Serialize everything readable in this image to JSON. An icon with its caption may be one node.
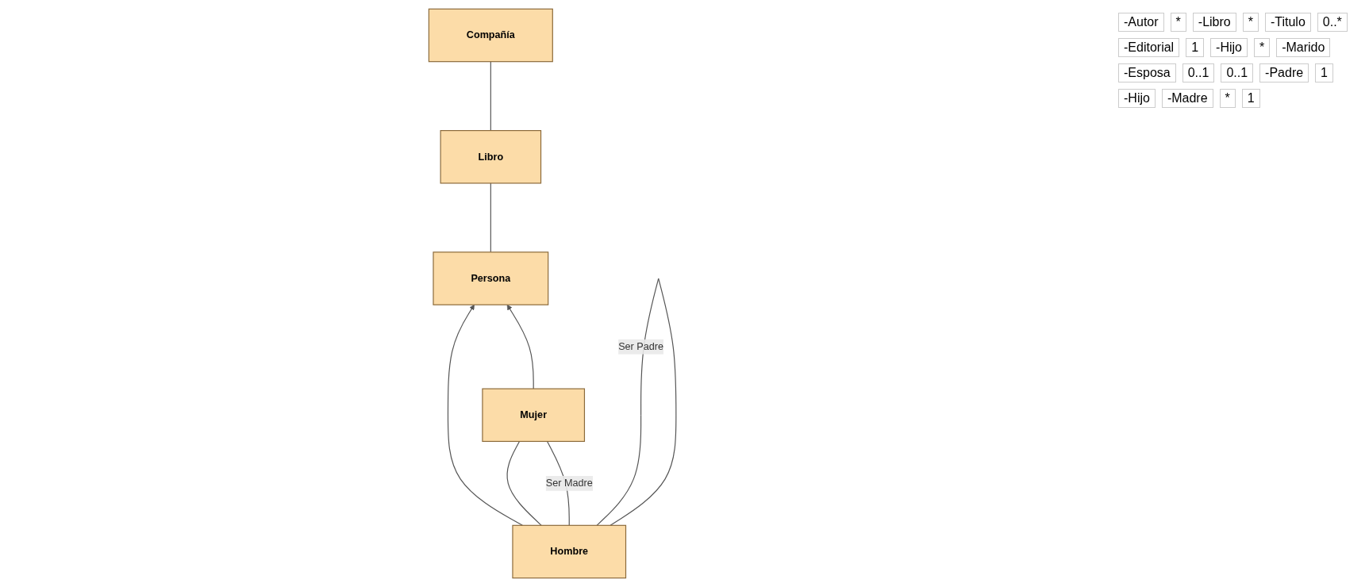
{
  "diagram": {
    "nodes": [
      {
        "text": [
          "Persona"
        ]
      },
      {
        "text": [
          "Libro"
        ]
      },
      {
        "text": [
          "Compañía"
        ]
      },
      {
        "text": [
          "Hombre"
        ]
      },
      {
        "text": [
          "Mujer"
        ]
      }
    ],
    "edges": [
      {
        "from": 0,
        "to": 1,
        "arrow": "none"
      },
      {
        "from": 1,
        "to": 2,
        "arrow": "none"
      },
      {
        "from": 3,
        "to": 0,
        "arrow": "to"
      },
      {
        "from": 4,
        "to": 0,
        "arrow": "to"
      },
      {
        "from": 3,
        "to": 3,
        "arrow": "none",
        "label": "Ser Padre"
      },
      {
        "from": 3,
        "to": 4,
        "arrow": "none"
      },
      {
        "from": 3,
        "to": 4,
        "arrow": "none",
        "label": "Ser Madre"
      }
    ],
    "labels": [
      "-Autor",
      "*",
      "-Libro",
      "*",
      "-Titulo",
      "0..*",
      "-Editorial",
      "1",
      "-Hijo",
      "*",
      "-Marido",
      "-Esposa",
      "0..1",
      "0..1",
      "-Padre",
      "1",
      "-Hijo",
      "-Madre",
      "*",
      "1"
    ]
  }
}
